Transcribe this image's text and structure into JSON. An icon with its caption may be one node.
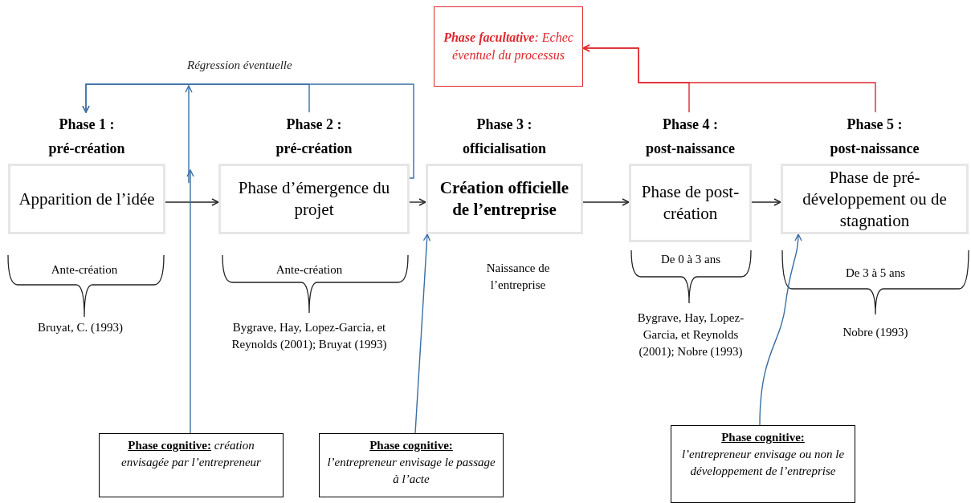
{
  "diagram": {
    "nodes": [
      {
        "text": [
          "Phase 1 : pré-création",
          "Apparition de l’idée"
        ]
      },
      {
        "text": [
          "Phase 2 : pré-création",
          "Phase d’émergence du projet"
        ]
      },
      {
        "text": [
          "Phase 3 : officialisation",
          "Création officielle de l’entreprise"
        ]
      },
      {
        "text": [
          "Phase 4 : post-naissance",
          "Phase de post-création"
        ]
      },
      {
        "text": [
          "Phase 5 : post-naissance",
          "Phase de pré-développement ou de stagnation"
        ]
      },
      {
        "text": [
          "**Phase facultative**: Echec éventuel du processus"
        ]
      },
      {
        "text": [
          "**Phase cognitive:** *création envisagée par l’entrepreneur*"
        ]
      },
      {
        "text": [
          "Phase cognitive:",
          "l’entrepreneur envisage le passage à l’acte"
        ]
      },
      {
        "text": [
          "Phase cognitive:",
          "l’entrepreneur envisage ou non le développement de l’entreprise"
        ]
      }
    ],
    "edges": [
      {
        "from": 0,
        "to": 1,
        "arrow": "to",
        "color": "#222222"
      },
      {
        "from": 1,
        "to": 2,
        "arrow": "to",
        "color": "#222222"
      },
      {
        "from": 2,
        "to": 3,
        "arrow": "to",
        "color": "#222222"
      },
      {
        "from": 3,
        "to": 4,
        "arrow": "to",
        "color": "#222222"
      },
      {
        "from": 1,
        "to": 0,
        "arrow": "to",
        "label": "Régression éventuelle",
        "color": "#3a6ea5"
      },
      {
        "from": 1,
        "to": 0,
        "arrow": "to",
        "color": "#3a6ea5"
      },
      {
        "from": 3,
        "to": 5,
        "arrow": "to",
        "color": "#e0282e"
      },
      {
        "from": 4,
        "to": 5,
        "arrow": "to",
        "color": "#e0282e"
      },
      {
        "from": 6,
        "to": null,
        "arrow": "to",
        "color": "#3a6ea5"
      },
      {
        "from": 7,
        "to": 2,
        "arrow": "to",
        "color": "#3a6ea5"
      },
      {
        "from": 8,
        "to": 4,
        "arrow": "to",
        "color": "#3a6ea5"
      }
    ],
    "labels": [
      "Ante-création",
      "Ante-création",
      "Naissance de l’entreprise",
      "De 0 à 3 ans",
      "De 3 à 5 ans",
      "Bruyat, C. (1993)",
      "Bygrave, Hay, Lopez-Garcia, et Reynolds (2001); Bruyat (1993)",
      "Bygrave, Hay, Lopez-Garcia, et Reynolds (2001); Nobre (1993)",
      "Nobre (1993)"
    ]
  }
}
